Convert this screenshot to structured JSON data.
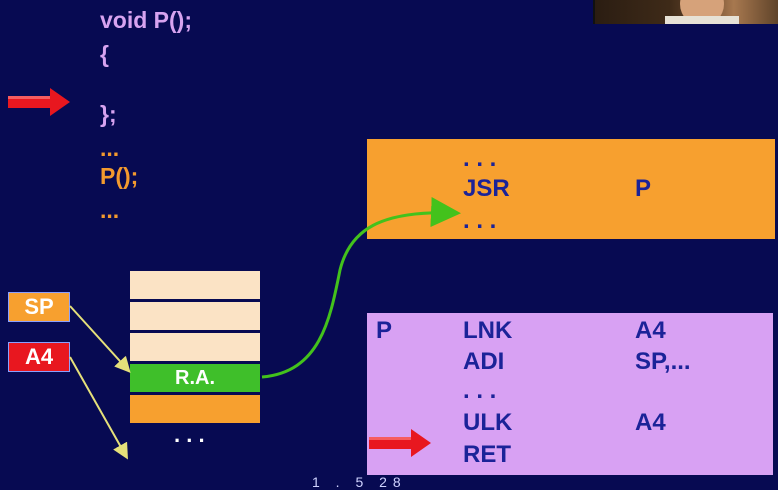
{
  "code": {
    "line_decl": "void P();",
    "line_open": "{",
    "line_close": "};",
    "line_ellipsis1": "...",
    "line_call": "P();",
    "line_ellipsis2": "..."
  },
  "caller_box": {
    "ellipsis_top": ". . .",
    "opcode": "JSR",
    "operand": "P",
    "ellipsis_bottom": ". . ."
  },
  "callee_box": {
    "label": "P",
    "rows": [
      {
        "opcode": "LNK",
        "operand": "A4"
      },
      {
        "opcode": "ADI",
        "operand": "SP,..."
      },
      {
        "opcode": ". . .",
        "operand": ""
      },
      {
        "opcode": "ULK",
        "operand": "A4"
      },
      {
        "opcode": "RET",
        "operand": ""
      }
    ]
  },
  "registers": {
    "sp": "SP",
    "a4": "A4"
  },
  "stack": {
    "return_address": "R.A.",
    "ellipsis": ". . ."
  },
  "colors": {
    "background": "#070a52",
    "code_purple": "#d7a3f0",
    "code_orange": "#f39a2e",
    "box_orange": "#f7a02f",
    "box_purple": "#d8a1f3",
    "asm_text": "#1b2398",
    "stack_green": "#3fbf2a",
    "stack_light": "#fbe3c5",
    "arrow_red": "#e8171f",
    "arrow_green": "#43c21c",
    "arrow_yellow": "#e5e07a"
  },
  "footer_partial": "1 .  5   28"
}
